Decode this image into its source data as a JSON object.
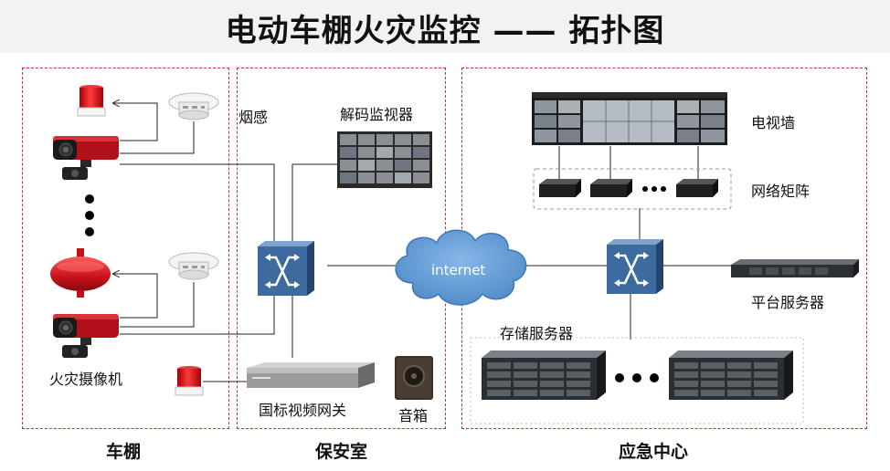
{
  "title": "电动车棚火灾监控  —— 拓扑图",
  "zones": {
    "shed": "车棚",
    "security_room": "保安室",
    "emergency_center": "应急中心"
  },
  "labels": {
    "smoke_sensor": "烟感",
    "decoding_monitor": "解码监视器",
    "fire_camera": "火灾摄像机",
    "gb_video_gateway": "国标视频网关",
    "speaker": "音箱",
    "internet": "internet",
    "video_wall": "电视墙",
    "network_matrix": "网络矩阵",
    "platform_server": "平台服务器",
    "storage_server": "存储服务器"
  },
  "colors": {
    "zone_border": "#c0392b",
    "switch_fill": "#3d6b9f",
    "cloud_fill": "#5b9bd5",
    "alarm_red": "#e8141c",
    "camera_red": "#b3111a"
  }
}
